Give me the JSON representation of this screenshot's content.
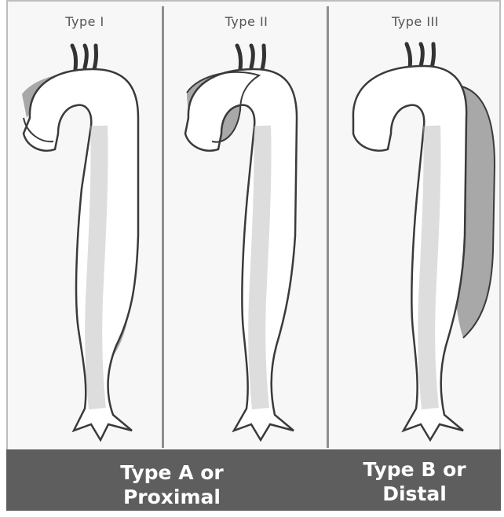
{
  "panels": [
    {
      "title": "Type I"
    },
    {
      "title": "Type II"
    },
    {
      "title": "Type III"
    }
  ],
  "bands": [
    {
      "line1": "Type A or",
      "line2": "Proximal"
    },
    {
      "line1": "Type B or",
      "line2": "Distal"
    }
  ],
  "colors": {
    "background": "#f7f7f7",
    "band": "#5e5e5e",
    "false_lumen": "#9a9a9a",
    "aorta_outline": "#3a3a3a"
  }
}
